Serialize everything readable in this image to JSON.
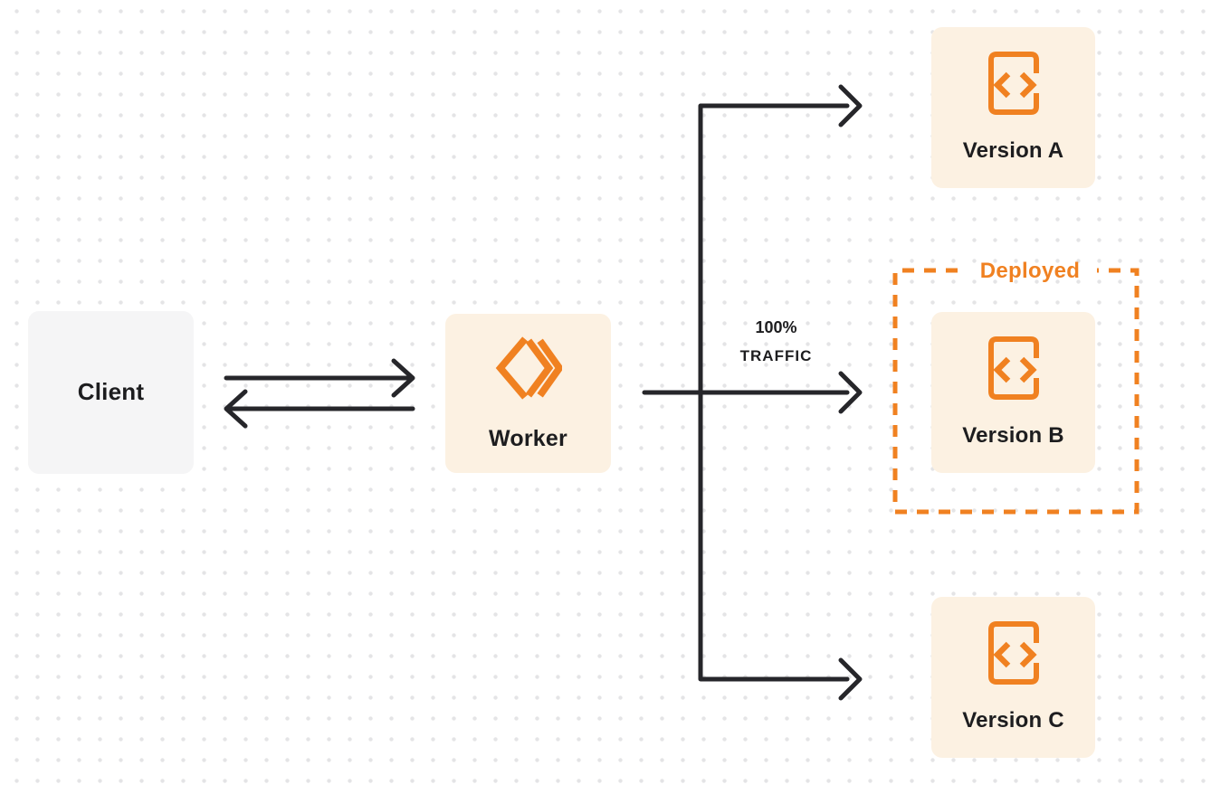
{
  "nodes": {
    "client": {
      "label": "Client"
    },
    "worker": {
      "label": "Worker",
      "icon": "workers-logo-icon"
    },
    "version_a": {
      "label": "Version A",
      "icon": "code-file-icon"
    },
    "version_b": {
      "label": "Version B",
      "icon": "code-file-icon"
    },
    "version_c": {
      "label": "Version C",
      "icon": "code-file-icon"
    }
  },
  "annotations": {
    "deployed_label": "Deployed",
    "traffic_line1": "100%",
    "traffic_line2": "TRAFFIC"
  },
  "edges": [
    {
      "from": "Client",
      "to": "Worker",
      "direction": "bidirectional"
    },
    {
      "from": "Worker",
      "to": "Version A",
      "direction": "forward"
    },
    {
      "from": "Worker",
      "to": "Version B",
      "direction": "forward",
      "label": "100% TRAFFIC"
    },
    {
      "from": "Worker",
      "to": "Version C",
      "direction": "forward"
    }
  ],
  "regions": {
    "deployed": {
      "label": "Deployed",
      "contains": "Version B",
      "style": "dashed-orange"
    }
  },
  "colors": {
    "accent_orange": "#F08121",
    "node_fill_cream": "#FCF1E2",
    "client_fill_gray": "#F5F5F6",
    "connector_dark": "#26262A",
    "text_dark": "#1D1D1F",
    "background": "#FFFFFF",
    "dot_grid": "#E4E4E6"
  }
}
